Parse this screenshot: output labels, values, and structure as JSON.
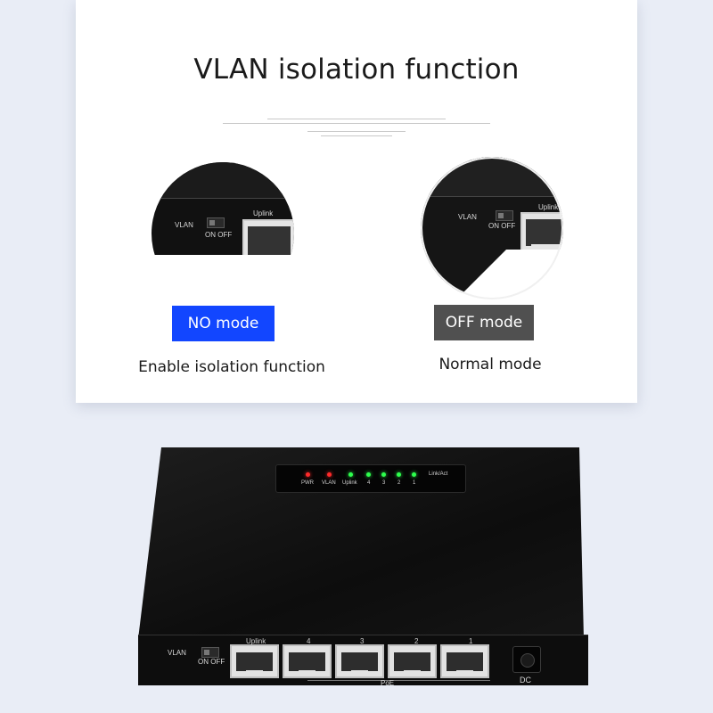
{
  "title": "VLAN isolation function",
  "modes": [
    {
      "button_label": "NO mode",
      "caption": "Enable isolation function",
      "color": "#1246ff"
    },
    {
      "button_label": "OFF mode",
      "caption": "Normal mode",
      "color": "#505050"
    }
  ],
  "zoom_labels": {
    "vlan": "VLAN",
    "onoff": "ON OFF",
    "uplink": "Uplink"
  },
  "device": {
    "leds": [
      {
        "label": "PWR",
        "color": "#ff2a2a"
      },
      {
        "label": "VLAN",
        "color": "#ff2a2a"
      },
      {
        "label": "Uplink",
        "color": "#2dff4d"
      },
      {
        "label": "4",
        "color": "#2dff4d"
      },
      {
        "label": "3",
        "color": "#2dff4d"
      },
      {
        "label": "2",
        "color": "#2dff4d"
      },
      {
        "label": "1",
        "color": "#2dff4d"
      }
    ],
    "link_act": "Link/Act",
    "front_vlan": "VLAN",
    "front_onoff": "ON OFF",
    "ports": [
      "Uplink",
      "4",
      "3",
      "2",
      "1"
    ],
    "poe": "PoE",
    "dc": "DC"
  }
}
